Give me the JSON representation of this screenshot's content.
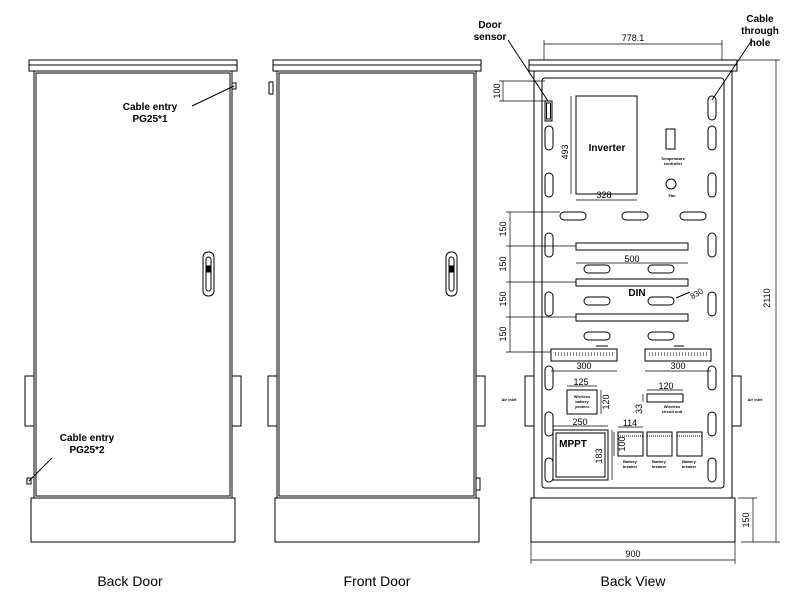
{
  "views": {
    "back_door": {
      "caption": "Back Door",
      "cable_entry_top": [
        "Cable entry",
        "PG25*1"
      ],
      "cable_entry_bottom": [
        "Cable entry",
        "PG25*2"
      ]
    },
    "front_door": {
      "caption": "Front Door"
    },
    "back_view": {
      "caption": "Back View"
    }
  },
  "callouts": {
    "door_sensor": [
      "Door",
      "sensor"
    ],
    "cable_hole": [
      "Cable",
      "through",
      "hole"
    ]
  },
  "dimensions": {
    "overall_width": "778.1",
    "overall_height": "2110",
    "base_height": "150",
    "base_width": "900",
    "door_sensor_offset": "100",
    "inverter_height": "493",
    "inverter_width": "328",
    "rail_spacing_1": "150",
    "rail_spacing_2": "150",
    "rail_spacing_3": "150",
    "rail_spacing_4": "150",
    "din_length": "500",
    "din_offset": "830",
    "terminal_left": "300",
    "terminal_right": "300",
    "fuse_width": "125",
    "fuse_height": "120",
    "right_box_width": "120",
    "right_box_height": "33",
    "mppt_width": "250",
    "mppt_height": "183",
    "breaker_width": "114",
    "breaker_height": "100"
  },
  "components": {
    "inverter": "Inverter",
    "din": "DIN",
    "mppt": "MPPT",
    "temp_controller": [
      "Temperature",
      "controller"
    ],
    "left_box": [
      "Wireless",
      "battery",
      "protect"
    ],
    "right_box": [
      "Wireless",
      "circuit unit"
    ],
    "battery_breaker": [
      "Battery",
      "breaker"
    ],
    "fan": "Fan",
    "air_inlet": "Air inlet"
  }
}
